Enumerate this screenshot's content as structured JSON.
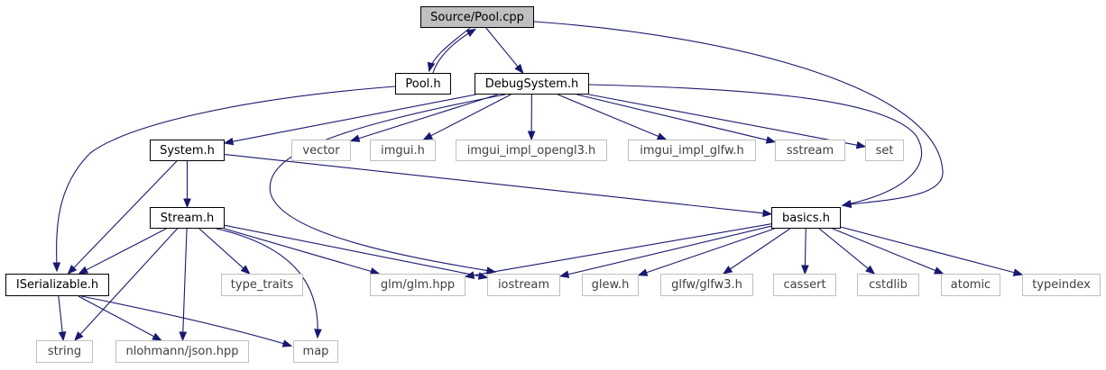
{
  "diagram": {
    "edge_color": "#191970",
    "nodes": [
      {
        "id": "pool_cpp",
        "label": "Source/Pool.cpp",
        "kind": "root"
      },
      {
        "id": "pool_h",
        "label": "Pool.h",
        "kind": "project"
      },
      {
        "id": "debugsystem_h",
        "label": "DebugSystem.h",
        "kind": "project"
      },
      {
        "id": "iserializable_h",
        "label": "ISerializable.h",
        "kind": "project"
      },
      {
        "id": "system_h",
        "label": "System.h",
        "kind": "project"
      },
      {
        "id": "stream_h",
        "label": "Stream.h",
        "kind": "project"
      },
      {
        "id": "basics_h",
        "label": "basics.h",
        "kind": "project"
      },
      {
        "id": "vector",
        "label": "vector",
        "kind": "external"
      },
      {
        "id": "imgui_h",
        "label": "imgui.h",
        "kind": "external"
      },
      {
        "id": "imgui_impl_opengl3_h",
        "label": "imgui_impl_opengl3.h",
        "kind": "external"
      },
      {
        "id": "imgui_impl_glfw_h",
        "label": "imgui_impl_glfw.h",
        "kind": "external"
      },
      {
        "id": "sstream",
        "label": "sstream",
        "kind": "external"
      },
      {
        "id": "set",
        "label": "set",
        "kind": "external"
      },
      {
        "id": "type_traits",
        "label": "type_traits",
        "kind": "external"
      },
      {
        "id": "glm_hpp",
        "label": "glm/glm.hpp",
        "kind": "external"
      },
      {
        "id": "iostream",
        "label": "iostream",
        "kind": "external"
      },
      {
        "id": "glew_h",
        "label": "glew.h",
        "kind": "external"
      },
      {
        "id": "glfw3_h",
        "label": "glfw/glfw3.h",
        "kind": "external"
      },
      {
        "id": "cassert",
        "label": "cassert",
        "kind": "external"
      },
      {
        "id": "cstdlib",
        "label": "cstdlib",
        "kind": "external"
      },
      {
        "id": "atomic",
        "label": "atomic",
        "kind": "external"
      },
      {
        "id": "typeindex",
        "label": "typeindex",
        "kind": "external"
      },
      {
        "id": "string",
        "label": "string",
        "kind": "external"
      },
      {
        "id": "json_hpp",
        "label": "nlohmann/json.hpp",
        "kind": "external"
      },
      {
        "id": "map",
        "label": "map",
        "kind": "external"
      }
    ],
    "edges": [
      [
        "pool_cpp",
        "pool_h"
      ],
      [
        "pool_h",
        "pool_cpp"
      ],
      [
        "pool_cpp",
        "debugsystem_h"
      ],
      [
        "pool_cpp",
        "basics_h"
      ],
      [
        "pool_h",
        "iserializable_h"
      ],
      [
        "debugsystem_h",
        "system_h"
      ],
      [
        "debugsystem_h",
        "vector"
      ],
      [
        "debugsystem_h",
        "imgui_h"
      ],
      [
        "debugsystem_h",
        "imgui_impl_opengl3_h"
      ],
      [
        "debugsystem_h",
        "imgui_impl_glfw_h"
      ],
      [
        "debugsystem_h",
        "sstream"
      ],
      [
        "debugsystem_h",
        "set"
      ],
      [
        "debugsystem_h",
        "iostream"
      ],
      [
        "debugsystem_h",
        "basics_h"
      ],
      [
        "system_h",
        "iserializable_h"
      ],
      [
        "system_h",
        "stream_h"
      ],
      [
        "system_h",
        "basics_h"
      ],
      [
        "stream_h",
        "iserializable_h"
      ],
      [
        "stream_h",
        "string"
      ],
      [
        "stream_h",
        "json_hpp"
      ],
      [
        "stream_h",
        "type_traits"
      ],
      [
        "stream_h",
        "glm_hpp"
      ],
      [
        "stream_h",
        "iostream"
      ],
      [
        "stream_h",
        "map"
      ],
      [
        "basics_h",
        "glm_hpp"
      ],
      [
        "basics_h",
        "iostream"
      ],
      [
        "basics_h",
        "glew_h"
      ],
      [
        "basics_h",
        "glfw3_h"
      ],
      [
        "basics_h",
        "cassert"
      ],
      [
        "basics_h",
        "cstdlib"
      ],
      [
        "basics_h",
        "atomic"
      ],
      [
        "basics_h",
        "typeindex"
      ],
      [
        "iserializable_h",
        "string"
      ],
      [
        "iserializable_h",
        "json_hpp"
      ],
      [
        "iserializable_h",
        "map"
      ]
    ]
  }
}
